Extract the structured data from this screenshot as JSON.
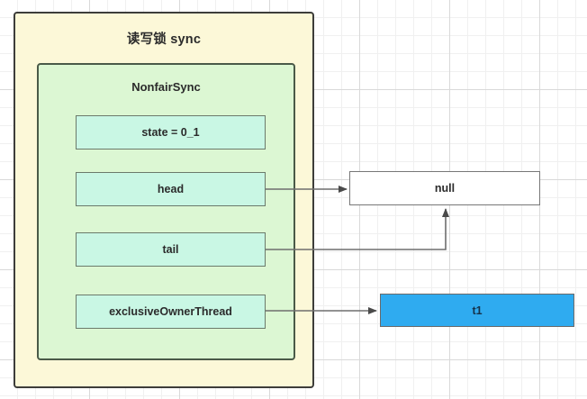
{
  "diagram": {
    "title": "读写锁 sync",
    "outer_label": "读写锁 sync",
    "inner_label": "NonfairSync",
    "fields": [
      {
        "id": "state",
        "label": "state = 0_1"
      },
      {
        "id": "head",
        "label": "head"
      },
      {
        "id": "tail",
        "label": "tail"
      },
      {
        "id": "owner",
        "label": "exclusiveOwnerThread"
      }
    ],
    "nodes": [
      {
        "id": "null-node",
        "label": "null"
      },
      {
        "id": "thread-node",
        "label": "t1"
      }
    ],
    "colors": {
      "outer_fill": "#fcf8d8",
      "inner_fill": "#dcf7d3",
      "field_fill": "#c9f7e4",
      "null_fill": "#ffffff",
      "thread_fill": "#2fabf0",
      "border": "#3d3d3a",
      "arrow": "#555555",
      "grid_minor": "#f0f0f0",
      "grid_major": "#d9d9d9"
    }
  }
}
